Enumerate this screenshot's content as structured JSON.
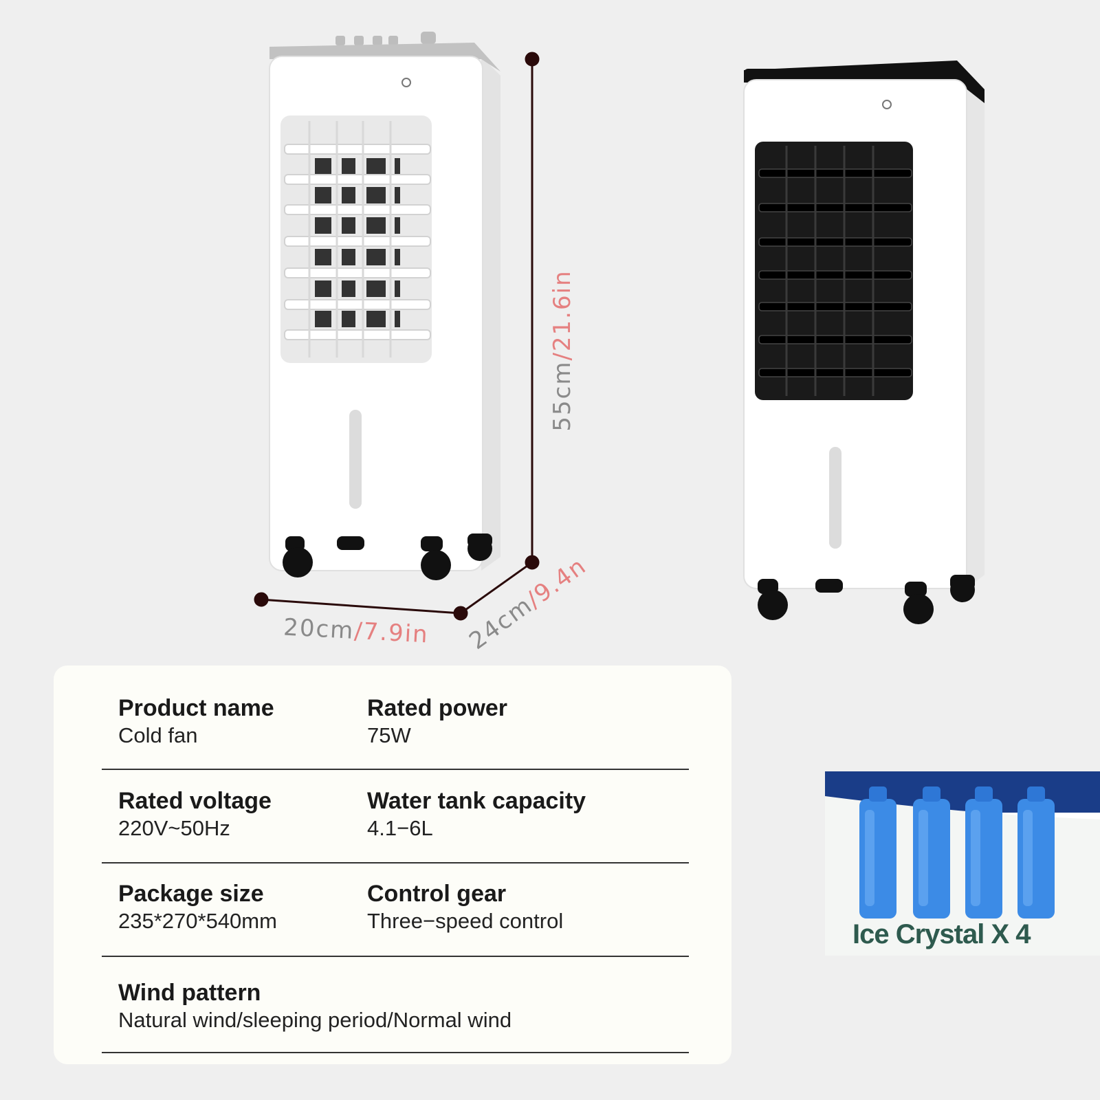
{
  "dimensions": {
    "height": {
      "metric": "55cm",
      "imperial": "/21.6in"
    },
    "width": {
      "metric": "20cm",
      "imperial": "/7.9in"
    },
    "depth": {
      "metric": "24cm",
      "imperial": "/9.4n"
    }
  },
  "specs": [
    [
      {
        "label": "Product name",
        "value": "Cold fan"
      },
      {
        "label": "Rated power",
        "value": "75W"
      }
    ],
    [
      {
        "label": "Rated voltage",
        "value": "220V~50Hz"
      },
      {
        "label": "Water tank capacity",
        "value": "4.1−6L"
      }
    ],
    [
      {
        "label": "Package size",
        "value": "235*270*540mm"
      },
      {
        "label": "Control gear",
        "value": "Three−speed control"
      }
    ],
    [
      {
        "label": "Wind pattern",
        "value": "Natural wind/sleeping period/Normal wind"
      }
    ]
  ],
  "accessory": {
    "label": "Ice Crystal X 4"
  },
  "colors": {
    "background": "#efefef",
    "card": "#fdfdf8",
    "imperial_text": "#e58080",
    "metric_text": "#8a8a8a",
    "ice_pack": "#3c8be6",
    "ice_band": "#1a3d88",
    "ice_label": "#2e5a4e"
  }
}
